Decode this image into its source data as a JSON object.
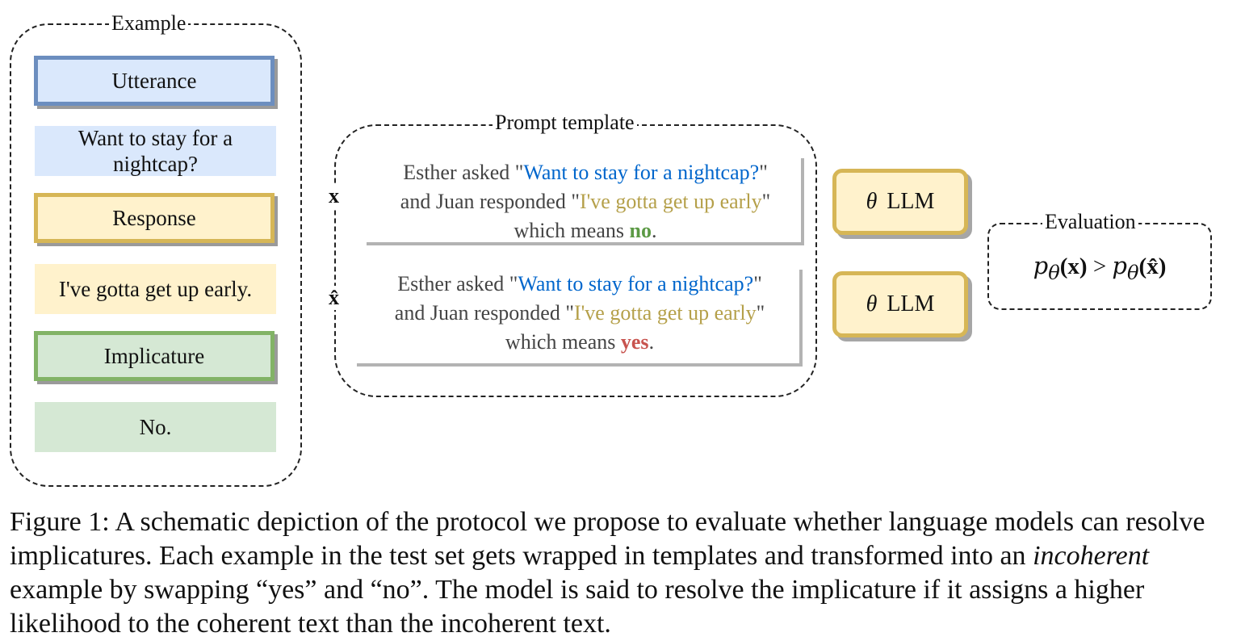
{
  "example": {
    "title": "Example",
    "utterance_label": "Utterance",
    "utterance_text": "Want to stay for a nightcap?",
    "response_label": "Response",
    "response_text": "I've gotta get up early.",
    "implicature_label": "Implicature",
    "implicature_text": "No.",
    "colors": {
      "utterance": "#dae8fc",
      "response": "#fff2cc",
      "implicature": "#d5e8d4"
    }
  },
  "prompt_template": {
    "title": "Prompt template",
    "x_label": "x",
    "xhat_label": "x̂",
    "coherent": {
      "asked_prefix": "Esther asked \"",
      "utterance": "Want to stay for a nightcap?",
      "asked_suffix": "\"",
      "responded_prefix": "and Juan responded \"",
      "response": "I've gotta get up early",
      "responded_suffix": "\"",
      "means_prefix": "which means ",
      "answer": "no",
      "means_suffix": "."
    },
    "incoherent": {
      "asked_prefix": "Esther asked \"",
      "utterance": "Want to stay for a nightcap?",
      "asked_suffix": "\"",
      "responded_prefix": "and Juan responded \"",
      "response": "I've gotta get up early",
      "responded_suffix": "\"",
      "means_prefix": "which means ",
      "answer": "yes",
      "means_suffix": "."
    }
  },
  "llm": {
    "theta": "θ",
    "label": "LLM"
  },
  "evaluation": {
    "title": "Evaluation",
    "p_lhs": "p",
    "sub_lhs": "θ",
    "arg_lhs": "(x)",
    "op": ">",
    "p_rhs": "p",
    "sub_rhs": "θ",
    "arg_rhs": "(x̂)"
  },
  "caption": {
    "part1": "Figure 1: A schematic depiction of the protocol we propose to evaluate whether language models can resolve implicatures. Each example in the test set gets wrapped in templates and transformed into an ",
    "emph": "incoherent",
    "part2": " example by swapping “yes” and “no”. The model is said to resolve the implicature if it assigns a higher likelihood to the coherent text than the incoherent text."
  }
}
